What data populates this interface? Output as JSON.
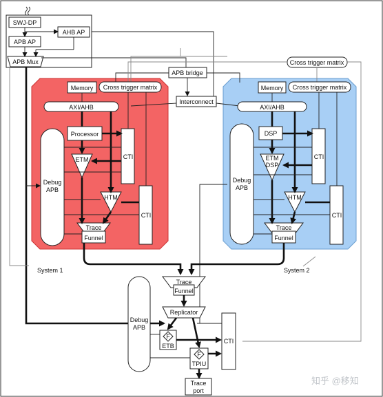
{
  "labels": {
    "swj_dp": "SWJ-DP",
    "ahb_ap": "AHB AP",
    "apb_ap": "APB AP",
    "apb_mux": "APB Mux",
    "apb_bridge": "APB bridge",
    "interconnect": "Interconnect",
    "cross_trigger_matrix_top": "Cross trigger matrix",
    "system1": {
      "memory": "Memory",
      "ctm": "Cross trigger matrix",
      "axi_ahb": "AXI/AHB",
      "processor": "Processor",
      "etm": "ETM",
      "cti_a": "CTI",
      "debug_apb_1": "Debug",
      "debug_apb_2": "APB",
      "htm": "HTM",
      "cti_b": "CTI",
      "trace_funnel_1": "Trace",
      "trace_funnel_2": "Funnel",
      "caption": "System 1"
    },
    "system2": {
      "memory": "Memory",
      "ctm": "Cross trigger matrix",
      "axi_ahb": "AXI/AHB",
      "dsp": "DSP",
      "etm_dsp_1": "ETM",
      "etm_dsp_2": "DSP",
      "cti_a": "CTI",
      "debug_apb_1": "Debug",
      "debug_apb_2": "APB",
      "htm": "HTM",
      "cti_b": "CTI",
      "trace_funnel_1": "Trace",
      "trace_funnel_2": "Funnel",
      "caption": "System 2"
    },
    "bottom": {
      "trace_funnel_1": "Trace",
      "trace_funnel_2": "Funnel",
      "debug_apb_1": "Debug",
      "debug_apb_2": "APB",
      "replicator": "Replicator",
      "f_etb": "F",
      "etb": "ETB",
      "f_tpiu": "F",
      "tpiu": "TPIU",
      "cti": "CTI",
      "trace_port_1": "Trace",
      "trace_port_2": "port"
    },
    "watermark": "知乎 @移知"
  },
  "colors": {
    "system1_fill": "#f36464",
    "system2_fill": "#a8cff5",
    "border": "#222222"
  }
}
